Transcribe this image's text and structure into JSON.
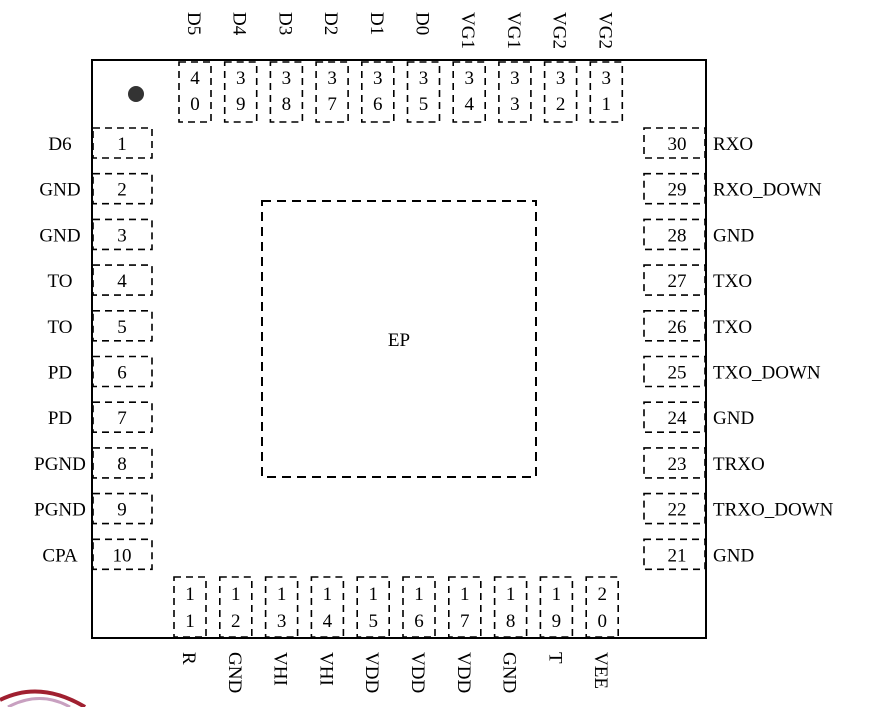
{
  "package": {
    "center_label": "EP",
    "left_pins": [
      {
        "num": "1",
        "name": "D6"
      },
      {
        "num": "2",
        "name": "GND"
      },
      {
        "num": "3",
        "name": "GND"
      },
      {
        "num": "4",
        "name": "TO"
      },
      {
        "num": "5",
        "name": "TO"
      },
      {
        "num": "6",
        "name": "PD"
      },
      {
        "num": "7",
        "name": "PD"
      },
      {
        "num": "8",
        "name": "PGND"
      },
      {
        "num": "9",
        "name": "PGND"
      },
      {
        "num": "10",
        "name": "CPA"
      }
    ],
    "right_pins": [
      {
        "num": "30",
        "name": "RXO"
      },
      {
        "num": "29",
        "name": "RXO_DOWN"
      },
      {
        "num": "28",
        "name": "GND"
      },
      {
        "num": "27",
        "name": "TXO"
      },
      {
        "num": "26",
        "name": "TXO"
      },
      {
        "num": "25",
        "name": "TXO_DOWN"
      },
      {
        "num": "24",
        "name": "GND"
      },
      {
        "num": "23",
        "name": "TRXO"
      },
      {
        "num": "22",
        "name": "TRXO_DOWN"
      },
      {
        "num": "21",
        "name": "GND"
      }
    ],
    "top_pins": [
      {
        "num": "40",
        "name": "D5"
      },
      {
        "num": "39",
        "name": "D4"
      },
      {
        "num": "38",
        "name": "D3"
      },
      {
        "num": "37",
        "name": "D2"
      },
      {
        "num": "36",
        "name": "D1"
      },
      {
        "num": "35",
        "name": "D0"
      },
      {
        "num": "34",
        "name": "VG1"
      },
      {
        "num": "33",
        "name": "VG1"
      },
      {
        "num": "32",
        "name": "VG2"
      },
      {
        "num": "31",
        "name": "VG2"
      }
    ],
    "bottom_pins": [
      {
        "num": "11",
        "name": "R"
      },
      {
        "num": "12",
        "name": "GND"
      },
      {
        "num": "13",
        "name": "VHI"
      },
      {
        "num": "14",
        "name": "VHI"
      },
      {
        "num": "15",
        "name": "VDD"
      },
      {
        "num": "16",
        "name": "VDD"
      },
      {
        "num": "17",
        "name": "VDD"
      },
      {
        "num": "18",
        "name": "GND"
      },
      {
        "num": "19",
        "name": "T"
      },
      {
        "num": "20",
        "name": "VEE"
      }
    ]
  }
}
